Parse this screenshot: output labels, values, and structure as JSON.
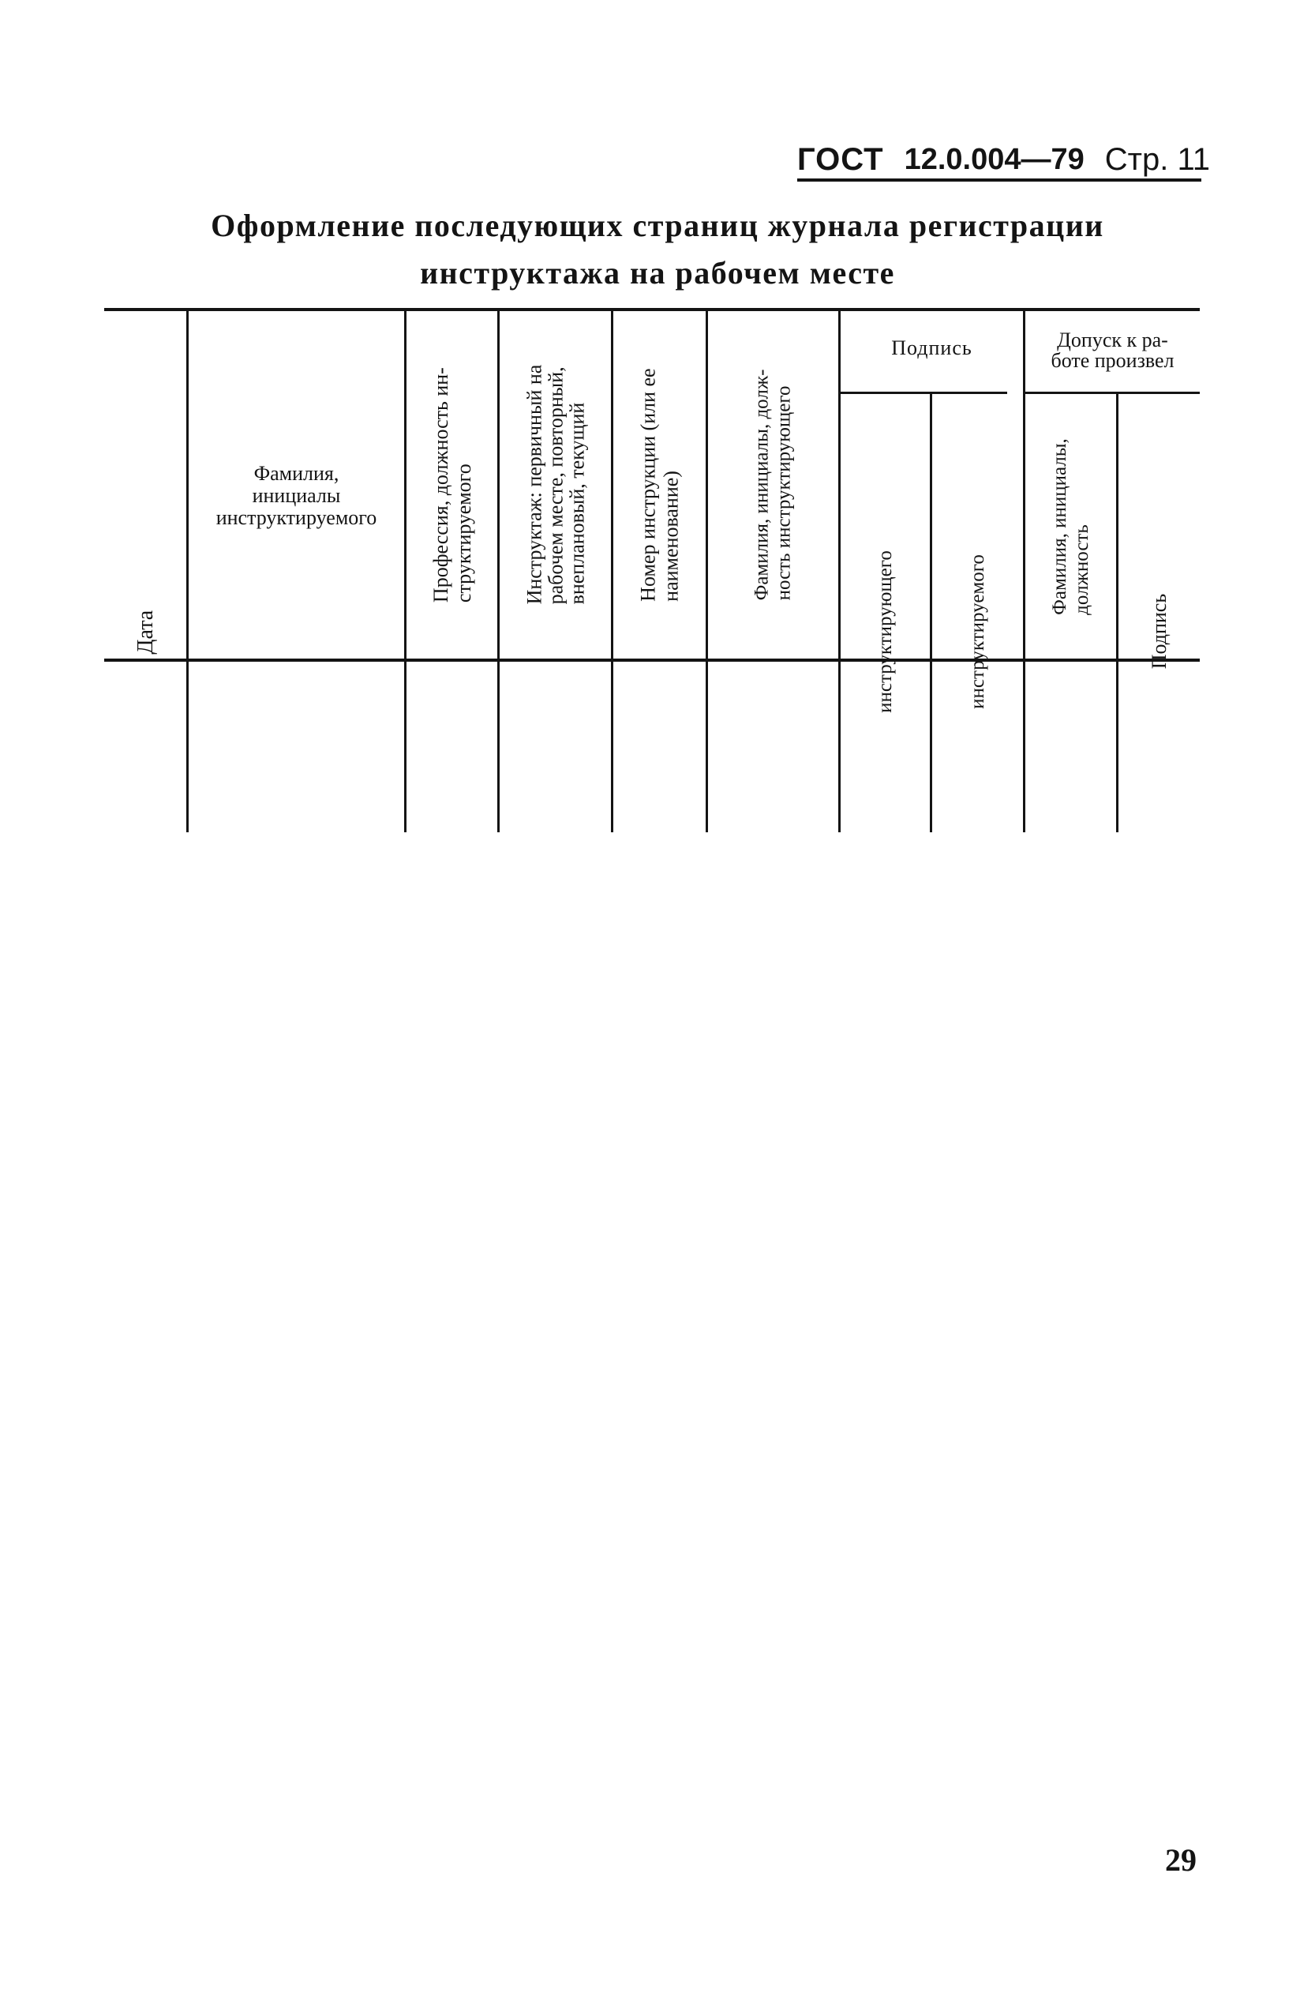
{
  "header": {
    "standard": "ГОСТ",
    "number": "12.0.004—79",
    "page_label": "Стр. 11"
  },
  "title": {
    "line1": "Оформление последующих страниц журнала регистрации",
    "line2": "инструктажа на рабочем месте"
  },
  "table": {
    "columns": {
      "date": "Дата",
      "surname": [
        "Фамилия,",
        "инициалы",
        "инструктируемого"
      ],
      "profession": [
        "Профессия, должность ин-",
        "структируемого"
      ],
      "briefing": [
        "Инструктаж: первичный на",
        "рабочем месте, повторный,",
        "внеплановый, текущий"
      ],
      "instruction": [
        "Номер инструкции (или ее",
        "наименование)"
      ],
      "instructor": [
        "Фамилия, инициалы, долж-",
        "ность инструктирующего"
      ],
      "signature_group": "Подпись",
      "sig_instructor": "инструктирующего",
      "sig_instructed": "инструктируемого",
      "admission_group": [
        "Допуск к ра-",
        "боте произвел"
      ],
      "adm_name": [
        "Фамилия, инициалы,",
        "должность"
      ],
      "adm_signature": "Подпись"
    }
  },
  "page_number": "29"
}
